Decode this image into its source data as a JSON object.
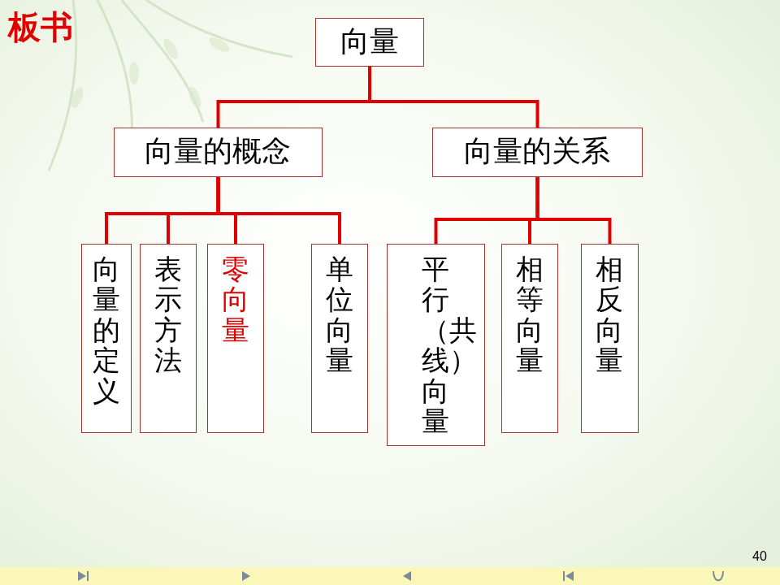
{
  "diagram": {
    "nodes": [
      {
        "text": [
          "向量"
        ]
      },
      {
        "text": [
          "向量的概念"
        ]
      },
      {
        "text": [
          "向量的关系"
        ]
      },
      {
        "text": [
          "向量的定义"
        ]
      },
      {
        "text": [
          "表示方法"
        ]
      },
      {
        "text": [
          "零向量"
        ]
      },
      {
        "text": [
          "单位向量"
        ]
      },
      {
        "text": [
          "平行（共线）向量"
        ]
      },
      {
        "text": [
          "相等向量"
        ]
      },
      {
        "text": [
          "相反向量"
        ]
      }
    ],
    "edges": [
      {
        "from": 0,
        "to": 1,
        "arrow": "none"
      },
      {
        "from": 0,
        "to": 2,
        "arrow": "none"
      },
      {
        "from": 1,
        "to": 3,
        "arrow": "none"
      },
      {
        "from": 1,
        "to": 4,
        "arrow": "none"
      },
      {
        "from": 1,
        "to": 5,
        "arrow": "none"
      },
      {
        "from": 1,
        "to": 6,
        "arrow": "none"
      },
      {
        "from": 2,
        "to": 7,
        "arrow": "none"
      },
      {
        "from": 2,
        "to": 8,
        "arrow": "none"
      },
      {
        "from": 2,
        "to": 9,
        "arrow": "none"
      }
    ],
    "labels": [
      "板书",
      "40"
    ]
  }
}
